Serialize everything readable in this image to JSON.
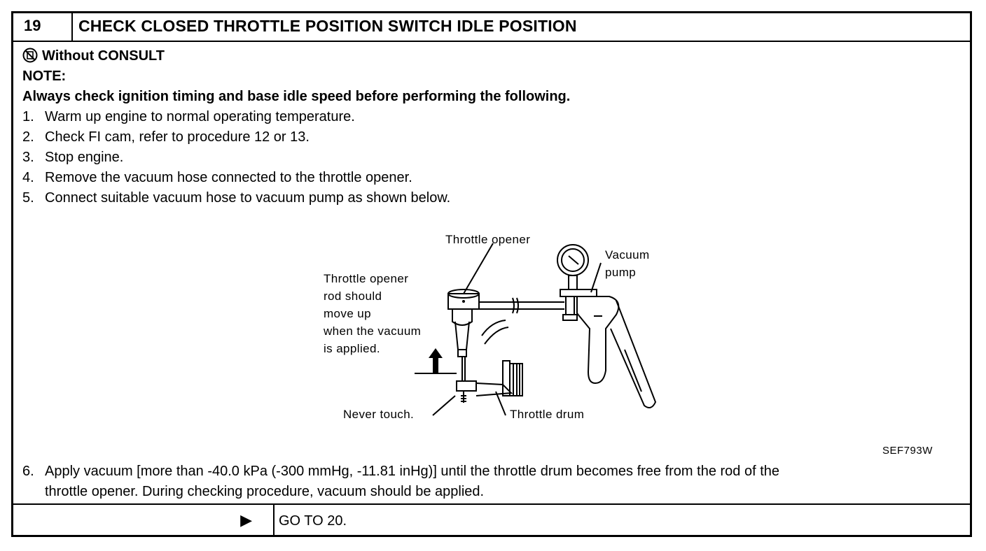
{
  "header": {
    "number": "19",
    "title": "CHECK CLOSED THROTTLE POSITION SWITCH IDLE POSITION"
  },
  "body": {
    "mode_label": "Without CONSULT",
    "mode_icon": "no-consult-icon",
    "note_label": "NOTE:",
    "note_text": "Always check ignition timing and base idle speed before performing the following.",
    "steps": [
      {
        "num": "1.",
        "text": "Warm up engine to normal operating temperature."
      },
      {
        "num": "2.",
        "text": "Check FI cam, refer to procedure 12 or 13."
      },
      {
        "num": "3.",
        "text": "Stop engine."
      },
      {
        "num": "4.",
        "text": "Remove the vacuum hose connected to the throttle opener."
      },
      {
        "num": "5.",
        "text": "Connect suitable vacuum hose to vacuum pump as shown below."
      }
    ],
    "step6": {
      "num": "6.",
      "line1": "Apply vacuum [more than -40.0 kPa (-300 mmHg, -11.81 inHg)] until the throttle drum becomes free from the rod of the",
      "line2": "throttle opener. During checking procedure, vacuum should be applied."
    }
  },
  "figure": {
    "label_throttle_opener": "Throttle opener",
    "label_vacuum": "Vacuum",
    "label_pump": "pump",
    "label_rod": [
      "Throttle opener",
      "rod should",
      "move up",
      "when the vacuum",
      "is applied."
    ],
    "label_never_touch": "Never touch.",
    "label_throttle_drum": "Throttle drum",
    "code": "SEF793W"
  },
  "footer": {
    "arrow": "▶",
    "action": "GO TO 20."
  }
}
